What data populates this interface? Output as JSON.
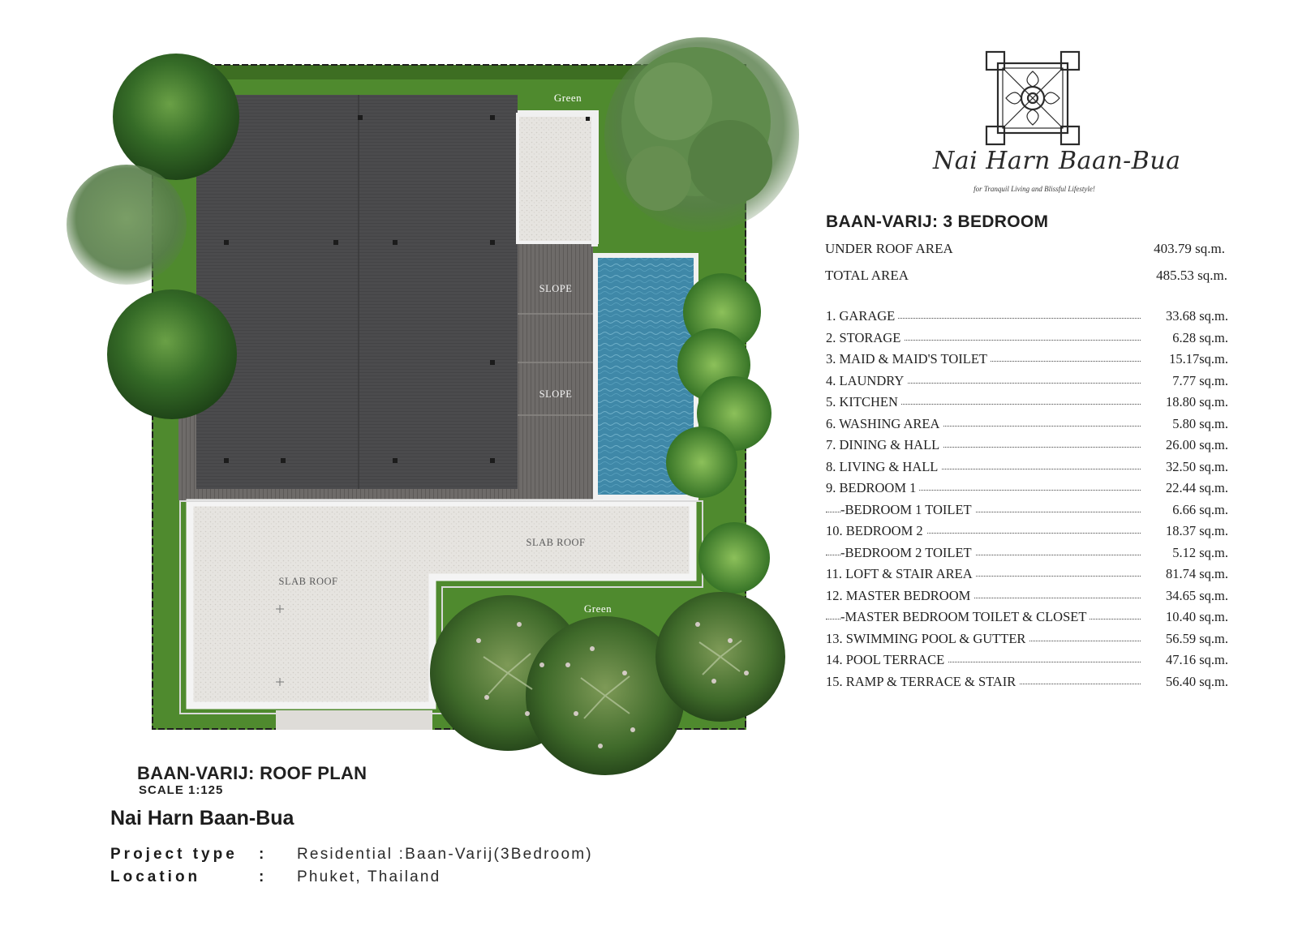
{
  "plan": {
    "labels": {
      "green_top": "Green",
      "slope_1": "SLOPE",
      "slope_2": "SLOPE",
      "slab_roof_right": "SLAB ROOF",
      "slab_roof_left": "SLAB ROOF",
      "green_bottom": "Green"
    }
  },
  "brand": {
    "name": "Nai Harn Baan-Bua",
    "tagline": "for Tranquil Living and Blissful Lifestyle!"
  },
  "schedule": {
    "title": "BAAN-VARIJ: 3 BEDROOM",
    "under_roof": {
      "label": "UNDER ROOF AREA",
      "value": "403.79 sq.m."
    },
    "total": {
      "label": "TOTAL AREA",
      "value": "485.53 sq.m."
    },
    "rooms": [
      {
        "name": "1. GARAGE",
        "area": "33.68 sq.m."
      },
      {
        "name": "2. STORAGE",
        "area": "6.28 sq.m."
      },
      {
        "name": "3. MAID & MAID'S TOILET",
        "area": "15.17sq.m."
      },
      {
        "name": "4. LAUNDRY",
        "area": "7.77 sq.m."
      },
      {
        "name": "5. KITCHEN",
        "area": "18.80 sq.m."
      },
      {
        "name": "6. WASHING AREA",
        "area": "5.80 sq.m."
      },
      {
        "name": "7. DINING & HALL",
        "area": "26.00 sq.m."
      },
      {
        "name": "8. LIVING & HALL",
        "area": "32.50 sq.m."
      },
      {
        "name": "9. BEDROOM 1",
        "area": "22.44 sq.m."
      },
      {
        "name": "-BEDROOM 1 TOILET",
        "area": "6.66 sq.m."
      },
      {
        "name": "10. BEDROOM 2",
        "area": "18.37 sq.m."
      },
      {
        "name": "-BEDROOM 2 TOILET",
        "area": "5.12 sq.m."
      },
      {
        "name": "11. LOFT & STAIR AREA",
        "area": "81.74 sq.m."
      },
      {
        "name": "12. MASTER BEDROOM",
        "area": "34.65 sq.m."
      },
      {
        "name": "-MASTER BEDROOM TOILET & CLOSET",
        "area": "10.40 sq.m."
      },
      {
        "name": "13. SWIMMING POOL & GUTTER",
        "area": "56.59 sq.m."
      },
      {
        "name": "14. POOL TERRACE",
        "area": "47.16 sq.m."
      },
      {
        "name": "15. RAMP & TERRACE & STAIR",
        "area": "56.40 sq.m."
      }
    ]
  },
  "footer": {
    "plan_title": "BAAN-VARIJ: ROOF PLAN",
    "scale": "SCALE  1:125",
    "project_name": "Nai Harn Baan-Bua",
    "project_type_label": "Project type",
    "project_type_value": "Residential :Baan-Varij(3Bedroom)",
    "location_label": "Location",
    "location_value": "Phuket, Thailand"
  },
  "colors": {
    "lawn": "#4f8a2e",
    "roof": "#4a4a4c",
    "pool": "#3f86a6",
    "deck": "#6b6866",
    "gravel": "#e4e2de",
    "hedge": "#3d6e22"
  }
}
